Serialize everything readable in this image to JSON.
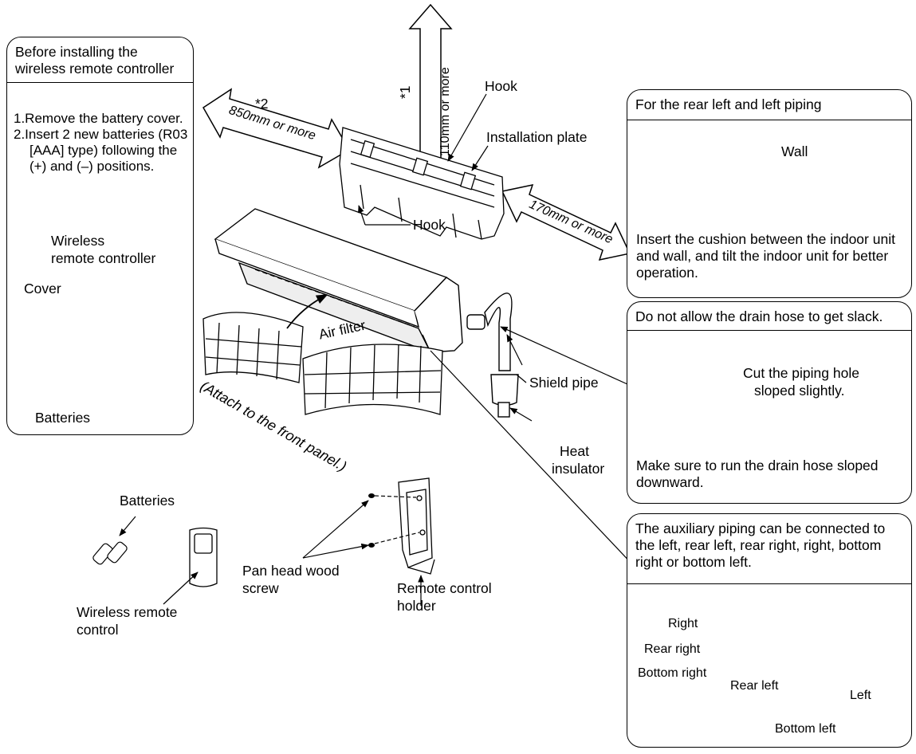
{
  "battery_panel": {
    "title": "Before installing the wireless remote controller",
    "step1": "1.Remove the battery cover.",
    "step2": "2.Insert 2 new batteries (R03 [AAA] type) following the (+) and (–) positions.",
    "remote_label_line1": "Wireless",
    "remote_label_line2": "remote controller",
    "cover_label": "Cover",
    "batteries_label": "Batteries"
  },
  "clearances": {
    "top_note": "*1",
    "top_value": "110mm or more",
    "left_note": "*2",
    "left_value": "850mm or more",
    "right_value": "170mm or more"
  },
  "plate": {
    "hook_top": "Hook",
    "installation_plate": "Installation plate",
    "hook_bottom": "Hook"
  },
  "unit": {
    "air_filter": "Air filter",
    "attach_note": "(Attach to the front panel.)",
    "shield_pipe": "Shield pipe",
    "heat_insulator_line1": "Heat",
    "heat_insulator_line2": "insulator"
  },
  "rear_left_panel": {
    "title": "For the rear left and left piping",
    "wall_label": "Wall",
    "caption": "Insert the cushion between the indoor unit and wall, and tilt the indoor unit for better operation."
  },
  "drain_panel": {
    "title": "Do not allow the drain hose to get slack.",
    "cut_note_line1": "Cut the piping hole",
    "cut_note_line2": "sloped slightly.",
    "caption": "Make sure to run the drain hose sloped downward."
  },
  "aux_panel": {
    "title": "The auxiliary piping can be connected to the left, rear left, rear right, right, bottom right or bottom left.",
    "dir_right": "Right",
    "dir_rear_right": "Rear right",
    "dir_bottom_right": "Bottom right",
    "dir_rear_left": "Rear left",
    "dir_left": "Left",
    "dir_bottom_left": "Bottom left"
  },
  "accessories": {
    "batteries": "Batteries",
    "wireless_line1": "Wireless remote",
    "wireless_line2": "control",
    "screw_line1": "Pan head wood",
    "screw_line2": "screw",
    "holder_line1": "Remote control",
    "holder_line2": "holder"
  }
}
